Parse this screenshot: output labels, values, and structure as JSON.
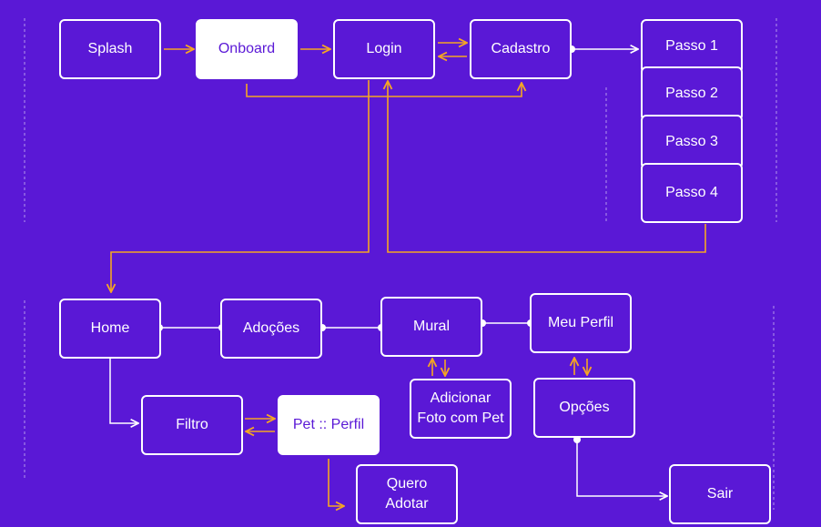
{
  "colors": {
    "background": "#5A18D6",
    "node_border": "#FFFFFF",
    "flow_arrow": "#F5A623",
    "link_line": "#FFFFFF",
    "highlight_text": "#5A18D6"
  },
  "nodes": {
    "splash": "Splash",
    "onboard": "Onboard",
    "login": "Login",
    "cadastro": "Cadastro",
    "passo1": "Passo 1",
    "passo2": "Passo 2",
    "passo3": "Passo 3",
    "passo4": "Passo 4",
    "home": "Home",
    "adocoes": "Adoções",
    "mural": "Mural",
    "meu_perfil": "Meu Perfil",
    "filtro": "Filtro",
    "pet_perfil": "Pet :: Perfil",
    "adicionar_foto": "Adicionar\nFoto com Pet",
    "opcoes": "Opções",
    "quero_adotar": "Quero\nAdotar",
    "sair": "Sair"
  }
}
